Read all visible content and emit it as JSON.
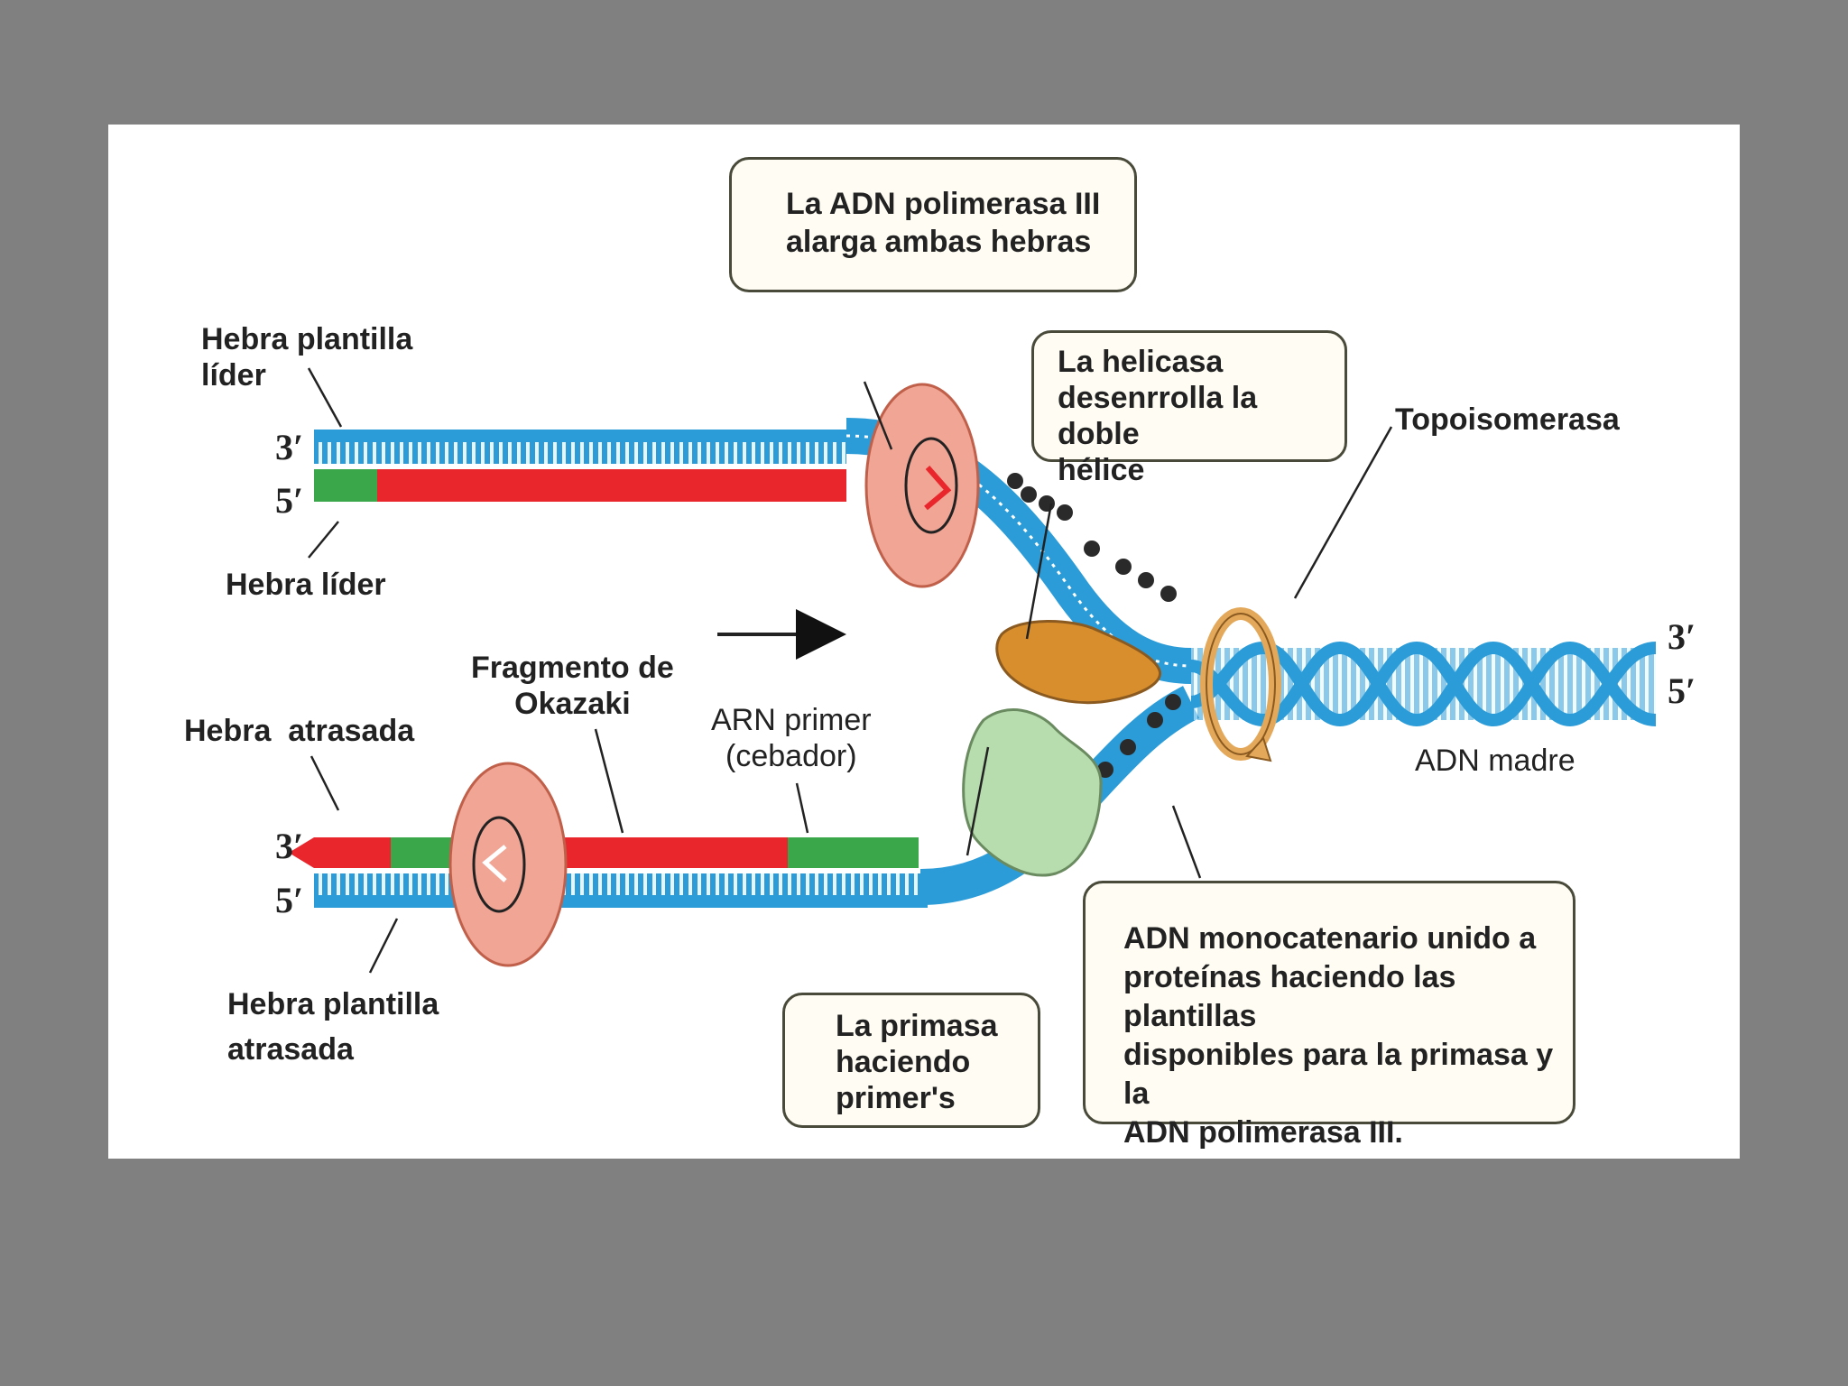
{
  "colors": {
    "strand_blue": "#2b9cd8",
    "new_red": "#e8262b",
    "primer_green": "#3aa84a",
    "polymerase": "#f0a595",
    "helicase": "#d88e2c",
    "primase": "#b7dcae",
    "ssb": "#2a2a2a",
    "topoisomerase": "#e3a85a"
  },
  "labels": {
    "hebra_plantilla_lider": "Hebra plantilla\nlíder",
    "hebra_lider": "Hebra líder",
    "hebra_atrasada": "Hebra  atrasada",
    "hebra_plantilla_atrasada": "Hebra plantilla\natrasada",
    "fragmento_okazaki": "Fragmento de\nOkazaki",
    "arn_primer": "ARN primer\n(cebador)",
    "topoisomerasa": "Topoisomerasa",
    "adn_madre": "ADN madre"
  },
  "ends": {
    "leading_top": "3′",
    "leading_bottom": "5′",
    "lagging_top": "3′",
    "lagging_bottom": "5′",
    "parent_top": "3′",
    "parent_bottom": "5′"
  },
  "callouts": {
    "polimerasa": "La ADN polimerasa III\nalarga ambas hebras",
    "helicasa": "La helicasa\ndesenrrolla la doble\nhélice",
    "primasa": "La primasa\nhaciendo\nprimer's",
    "monocatenario": "ADN monocatenario unido a\nproteínas haciendo las plantillas\ndisponibles para la primasa y la\nADN polimerasa III."
  }
}
